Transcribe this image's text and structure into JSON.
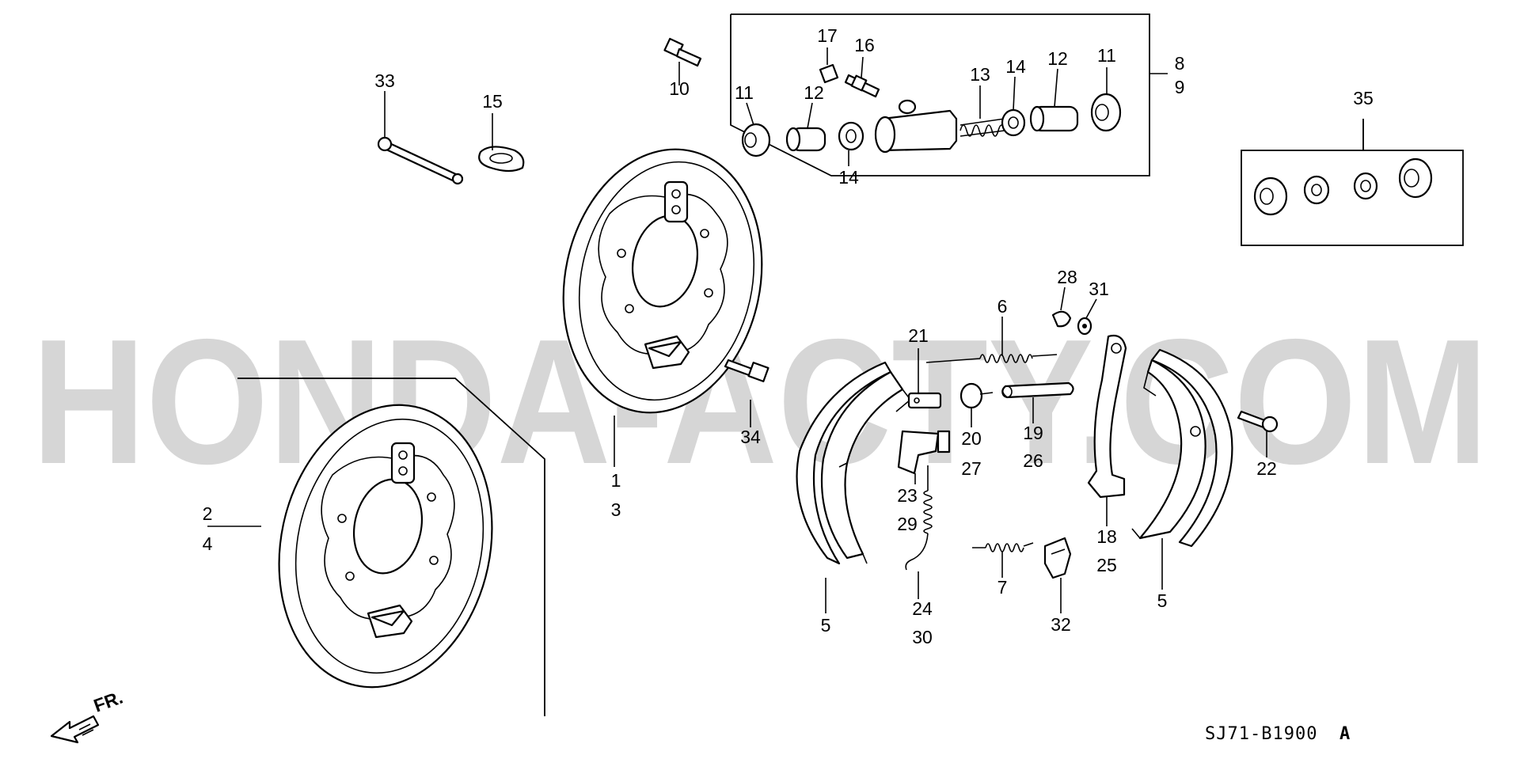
{
  "watermark": "HONDA-ACTY.COM",
  "diagram_code": "SJ71-B1900",
  "diagram_code_suffix": "A",
  "front_indicator": "FR.",
  "part_labels": {
    "p1": "1",
    "p2": "2",
    "p3": "3",
    "p4": "4",
    "p5a": "5",
    "p5b": "5",
    "p6": "6",
    "p7": "7",
    "p8": "8",
    "p9": "9",
    "p10": "10",
    "p11a": "11",
    "p11b": "11",
    "p12a": "12",
    "p12b": "12",
    "p13": "13",
    "p14a": "14",
    "p14b": "14",
    "p15": "15",
    "p16": "16",
    "p17": "17",
    "p18": "18",
    "p19": "19",
    "p20": "20",
    "p21": "21",
    "p22": "22",
    "p23": "23",
    "p24": "24",
    "p25": "25",
    "p26": "26",
    "p27": "27",
    "p28": "28",
    "p29": "29",
    "p30": "30",
    "p31": "31",
    "p32": "32",
    "p33": "33",
    "p34": "34",
    "p35": "35"
  }
}
